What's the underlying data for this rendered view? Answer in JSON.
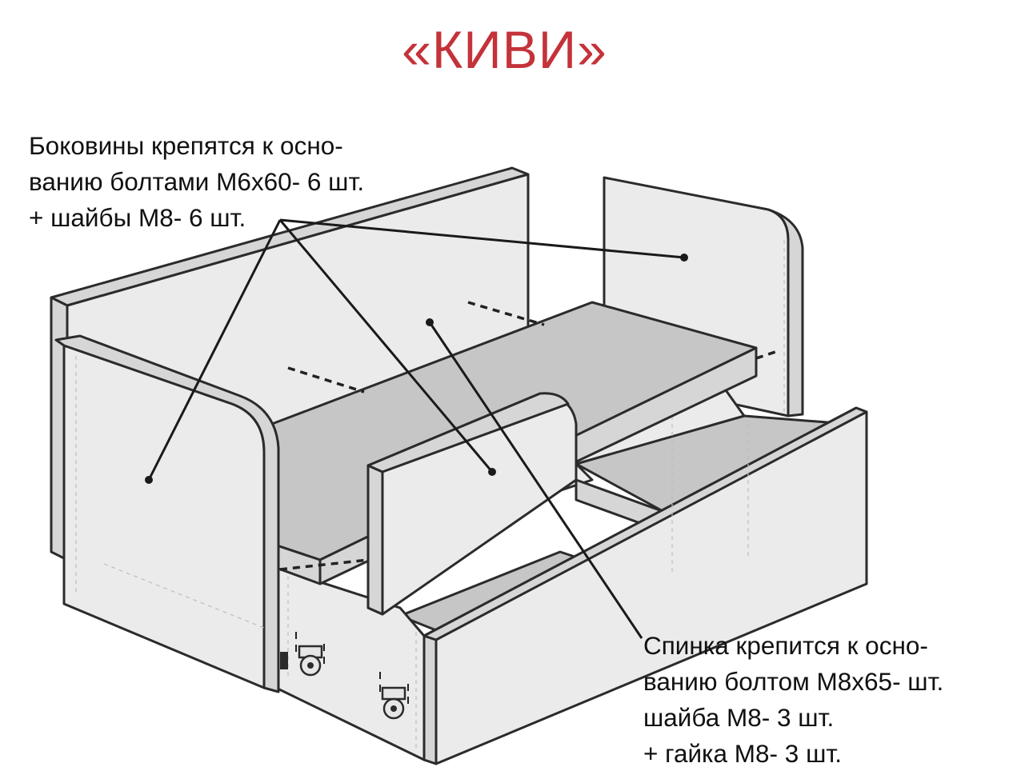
{
  "title": "«КИВИ»",
  "title_color": "#c4323a",
  "notes": {
    "sides": {
      "lines": [
        "Боковины крепятся к осно-",
        "ванию болтами М6х60- 6 шт.",
        "+ шайбы М8- 6 шт."
      ]
    },
    "backrest": {
      "lines": [
        "Спинка крепится к осно-",
        "ванию болтом М8х65-  шт.",
        "шайба М8- 3 шт.",
        "+ гайка М8- 3 шт."
      ]
    }
  },
  "colors": {
    "panel_fill": "#ebebeb",
    "edge_fill": "#d9d9d9",
    "seat_top": "#c8c8c8",
    "outline": "#2b2b2b",
    "leader": "#1a1a1a"
  }
}
